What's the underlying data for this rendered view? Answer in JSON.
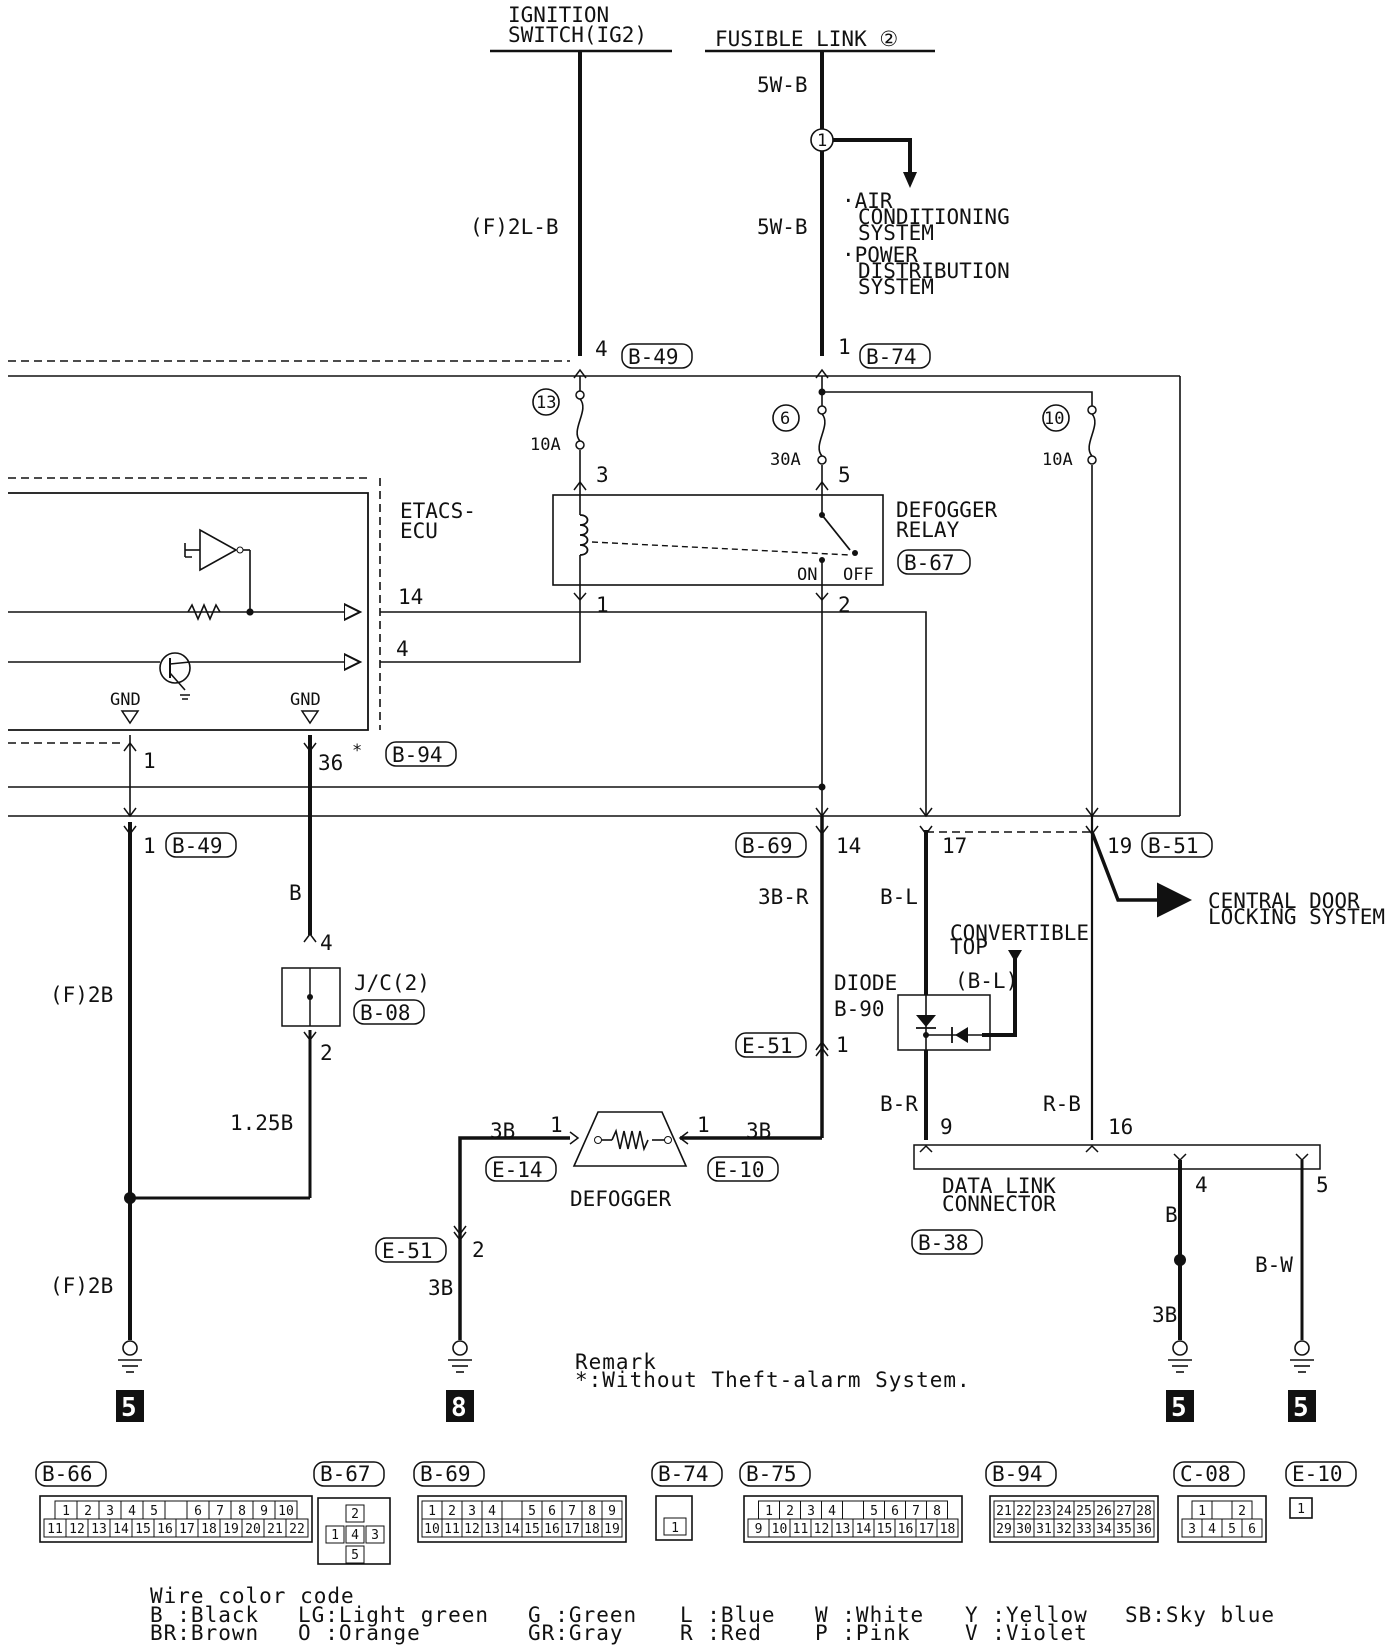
{
  "sources": {
    "ignition": "IGNITION\nSWITCH(IG2)",
    "fusible": "FUSIBLE LINK ②"
  },
  "wires": {
    "w_5wb_top": "5W-B",
    "w_5wb_mid": "5W-B",
    "w_f2lb": "(F)2L-B",
    "w_b_jc": "B",
    "w_f2b_a": "(F)2B",
    "w_f2b_b": "(F)2B",
    "w_125b": "1.25B",
    "w_3br": "3B-R",
    "w_bl": "B-L",
    "w_br": "B-R",
    "w_rb": "R-B",
    "w_3b_left": "3B",
    "w_3b_right": "3B",
    "w_3b_gnd8": "3B",
    "w_b_dlc": "B",
    "w_3b_dlc": "3B",
    "w_bw": "B-W",
    "w_bl_conv": "(B-L)"
  },
  "branch": {
    "items": [
      "·AIR\nCONDITIONING\nSYSTEM",
      "·POWER\nDISTRIBUTION\nSYSTEM"
    ],
    "node": "1"
  },
  "fuses": {
    "f13": {
      "num": "13",
      "amp": "10A"
    },
    "f6": {
      "num": "6",
      "amp": "30A"
    },
    "f10": {
      "num": "10",
      "amp": "10A"
    }
  },
  "components": {
    "etacs": "ETACS-\nECU",
    "relay": "DEFOGGER\nRELAY",
    "relay_on": "ON",
    "relay_off": "OFF",
    "relay_conn": "B-67",
    "jc": "J/C(2)",
    "jc_conn": "B-08",
    "diode": "DIODE\nB-90",
    "convertible": "CONVERTIBLE\nTOP",
    "defogger": "DEFOGGER",
    "dlc": "DATA LINK\nCONNECTOR",
    "dlc_conn": "B-38",
    "central": "CENTRAL DOOR\nLOCKING SYSTEM",
    "gnd": "GND"
  },
  "connectors": {
    "b49_top": "B-49",
    "b74": "B-74",
    "b94": "B-94",
    "b49_bot": "B-49",
    "b69": "B-69",
    "b51": "B-51",
    "e51_top": "E-51",
    "e14": "E-14",
    "e10": "E-10",
    "e51_bot": "E-51"
  },
  "pins": {
    "p4_b49": "4",
    "p1_b74": "1",
    "p3_relay": "3",
    "p5_relay": "5",
    "p1_relay": "1",
    "p2_relay": "2",
    "p14_ecu": "14",
    "p4_ecu": "4",
    "p1_gnd": "1",
    "p36_gnd": "36",
    "p36_star": "*",
    "p1_b49": "1",
    "p14_b69": "14",
    "p17": "17",
    "p19": "19",
    "p4_jc": "4",
    "p2_jc": "2",
    "p1_diode": "1",
    "p1_def_l": "1",
    "p1_def_r": "1",
    "p9": "9",
    "p16": "16",
    "p2_e51": "2",
    "p4_dlc": "4",
    "p5_dlc": "5"
  },
  "grounds": [
    "5",
    "8",
    "5",
    "5"
  ],
  "remark": {
    "title": "Remark",
    "text": "*:Without Theft-alarm System."
  },
  "connector_views": {
    "b66": {
      "label": "B-66",
      "row1": [
        "1",
        "2",
        "3",
        "4",
        "5",
        "",
        "6",
        "7",
        "8",
        "9",
        "10"
      ],
      "row2": [
        "11",
        "12",
        "13",
        "14",
        "15",
        "16",
        "17",
        "18",
        "19",
        "20",
        "21",
        "22"
      ]
    },
    "b67": {
      "label": "B-67",
      "pins": [
        "2",
        "1",
        "4",
        "3",
        "5"
      ]
    },
    "b69": {
      "label": "B-69",
      "row1": [
        "1",
        "2",
        "3",
        "4",
        "",
        "5",
        "6",
        "7",
        "8",
        "9"
      ],
      "row2": [
        "10",
        "11",
        "12",
        "13",
        "14",
        "15",
        "16",
        "17",
        "18",
        "19"
      ]
    },
    "b74": {
      "label": "B-74",
      "pins": [
        "1"
      ]
    },
    "b75": {
      "label": "B-75",
      "row1": [
        "1",
        "2",
        "3",
        "4",
        "",
        "5",
        "6",
        "7",
        "8"
      ],
      "row2": [
        "9",
        "10",
        "11",
        "12",
        "13",
        "14",
        "15",
        "16",
        "17",
        "18"
      ]
    },
    "b94": {
      "label": "B-94",
      "row1": [
        "21",
        "22",
        "23",
        "24",
        "25",
        "26",
        "27",
        "28"
      ],
      "row2": [
        "29",
        "30",
        "31",
        "32",
        "33",
        "34",
        "35",
        "36"
      ]
    },
    "c08": {
      "label": "C-08",
      "row1": [
        "1",
        "",
        "2"
      ],
      "row2": [
        "3",
        "4",
        "5",
        "6"
      ]
    },
    "e10": {
      "label": "E-10",
      "pins": [
        "1"
      ]
    }
  },
  "wire_code": {
    "title": "Wire color code",
    "entries": [
      "B :Black",
      "BR:Brown",
      "LG:Light green",
      "O :Orange",
      "G :Green",
      "GR:Gray",
      "L :Blue",
      "R :Red",
      "W :White",
      "P :Pink",
      "Y :Yellow",
      "V :Violet",
      "SB:Sky blue"
    ]
  }
}
